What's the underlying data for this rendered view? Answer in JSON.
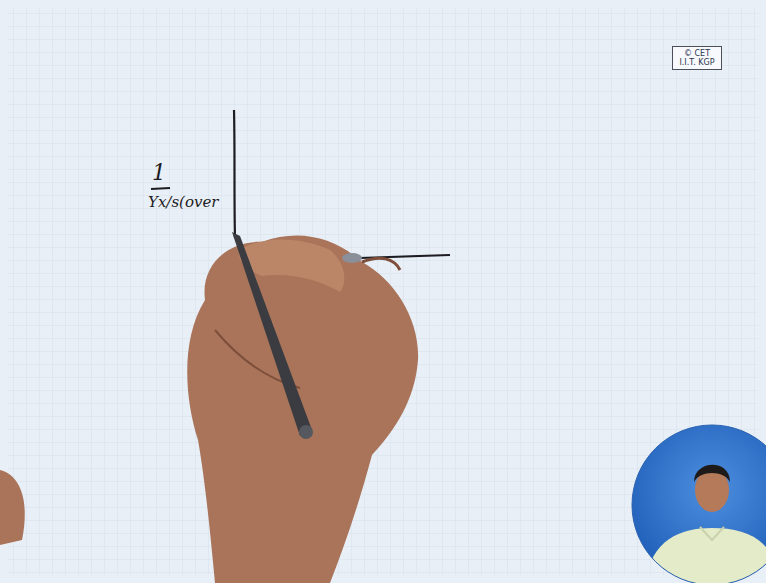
{
  "diagram": {
    "nodes": [
      {
        "text": [
          "© CET I.I.T. KGP"
        ]
      }
    ],
    "labels": [
      "1",
      "Yx/s(over"
    ]
  }
}
